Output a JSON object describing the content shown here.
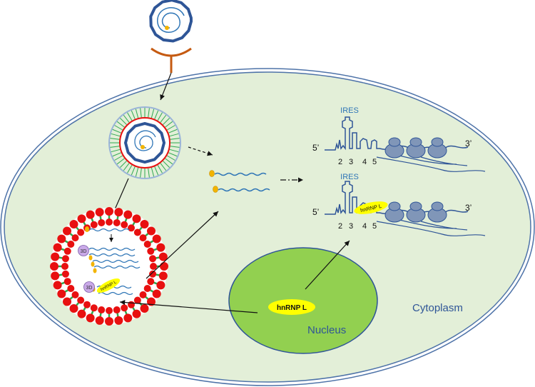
{
  "labels": {
    "ires_top": "IRES",
    "ires_bottom": "IRES",
    "five_prime_top": "5’",
    "three_prime_top": "3’",
    "five_prime_bottom": "5’",
    "three_prime_bottom": "3’",
    "domain_2_top": "2",
    "domain_3_top": "3",
    "domain_4_top": "4",
    "domain_5_top": "5",
    "domain_2_bottom": "2",
    "domain_3_bottom": "3",
    "domain_4_bottom": "4",
    "domain_5_bottom": "5",
    "hnrnpl_ires": "hnRNP L",
    "hnrnpl_nucleus": "hnRNP L",
    "hnrnpl_replication": "hnRNP L",
    "nucleus": "Nucleus",
    "cytoplasm": "Cytoplasm",
    "polymerase_a": "3D",
    "polymerase_b": "3D"
  },
  "colors": {
    "cell_fill": "#e3efd8",
    "cell_border": "#4e73a8",
    "nucleus_fill": "#92d050",
    "hnrnpl_fill": "#ffff00",
    "rna_blue": "#2e75b6",
    "text_blue": "#2f5597",
    "ribosome": "#8096b8",
    "vesicle_red": "#e81010",
    "vesicle_green": "#2fa84f",
    "virus_blue": "#2e5597",
    "receptor_orange": "#c55a11",
    "polymerase_purple": "#c9a9e8",
    "vpg_gold": "#f2b400"
  }
}
